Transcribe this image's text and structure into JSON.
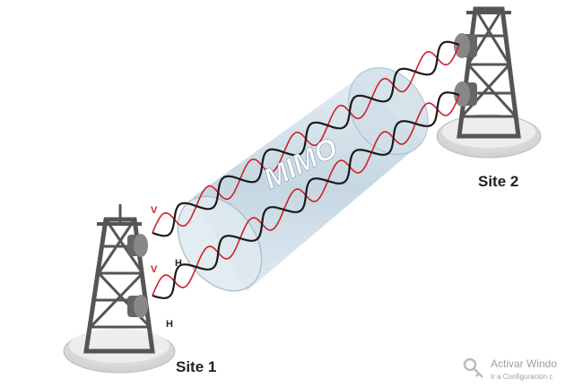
{
  "diagram": {
    "center_label": "MIMO",
    "site_left": "Site 1",
    "site_right": "Site 2",
    "polarization": {
      "vertical": "V",
      "horizontal": "H"
    }
  },
  "watermark": {
    "line1": "Activar Windo",
    "line2": "Ir a Configuración c"
  },
  "colors": {
    "wave_v": "#d0202a",
    "wave_h": "#1a1a1a",
    "cylinder": "#b9d0dd",
    "tower": "#555555"
  },
  "icons": {
    "watermark": "key-icon"
  }
}
